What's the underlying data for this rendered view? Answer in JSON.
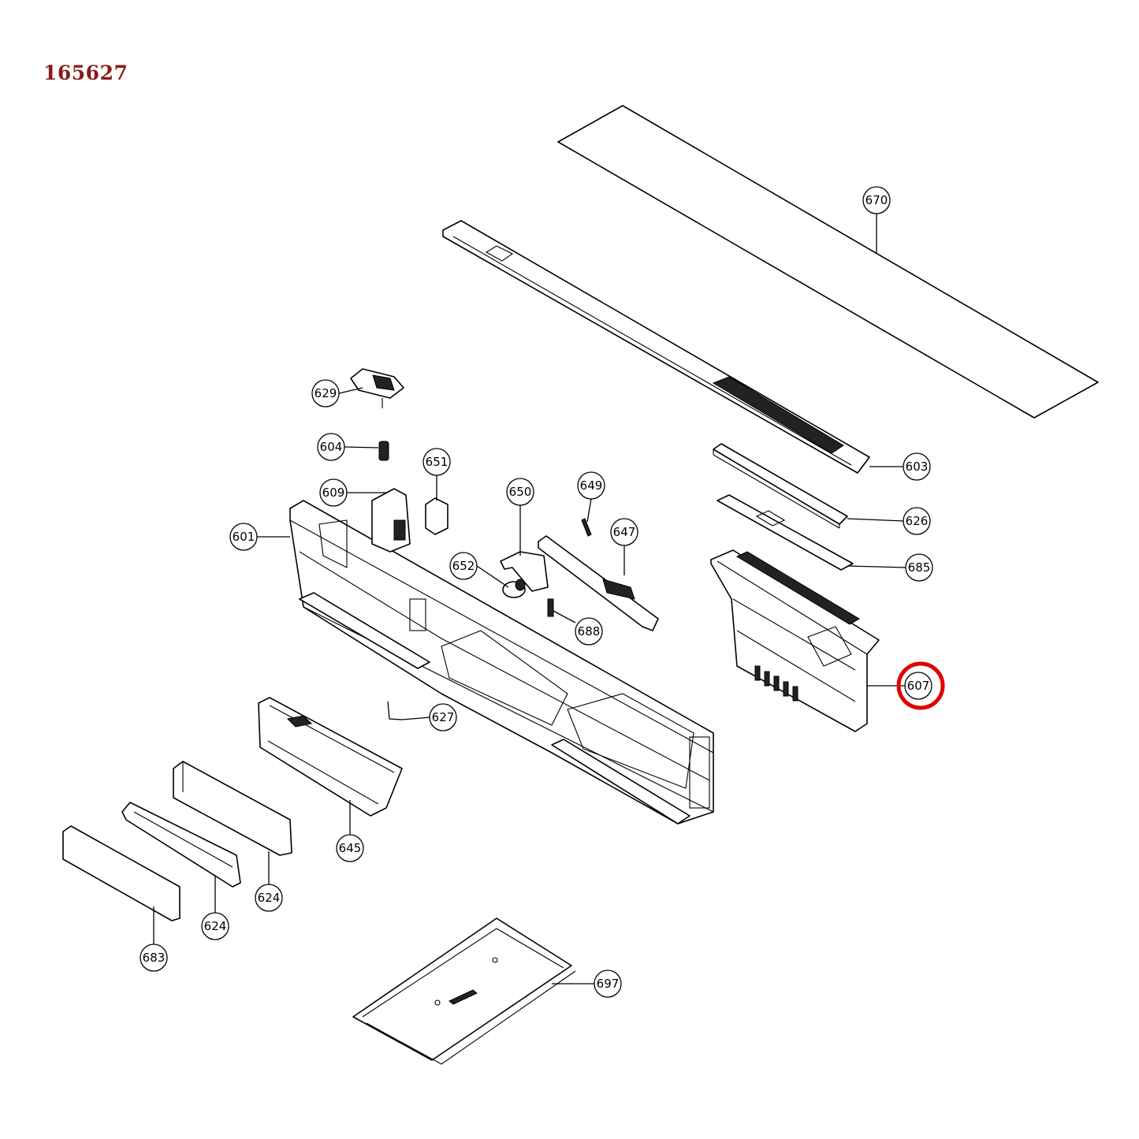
{
  "document": {
    "id": "165627",
    "id_color": "#8b1a1a",
    "highlight_color": "#e00000"
  },
  "callouts": {
    "p670": "670",
    "p603": "603",
    "p626": "626",
    "p685": "685",
    "p607": "607",
    "p629": "629",
    "p604": "604",
    "p651": "651",
    "p609": "609",
    "p650": "650",
    "p649": "649",
    "p647": "647",
    "p601": "601",
    "p652": "652",
    "p688": "688",
    "p627": "627",
    "p645": "645",
    "p624a": "624",
    "p624b": "624",
    "p683": "683",
    "p697": "697"
  },
  "highlighted_part": "607"
}
